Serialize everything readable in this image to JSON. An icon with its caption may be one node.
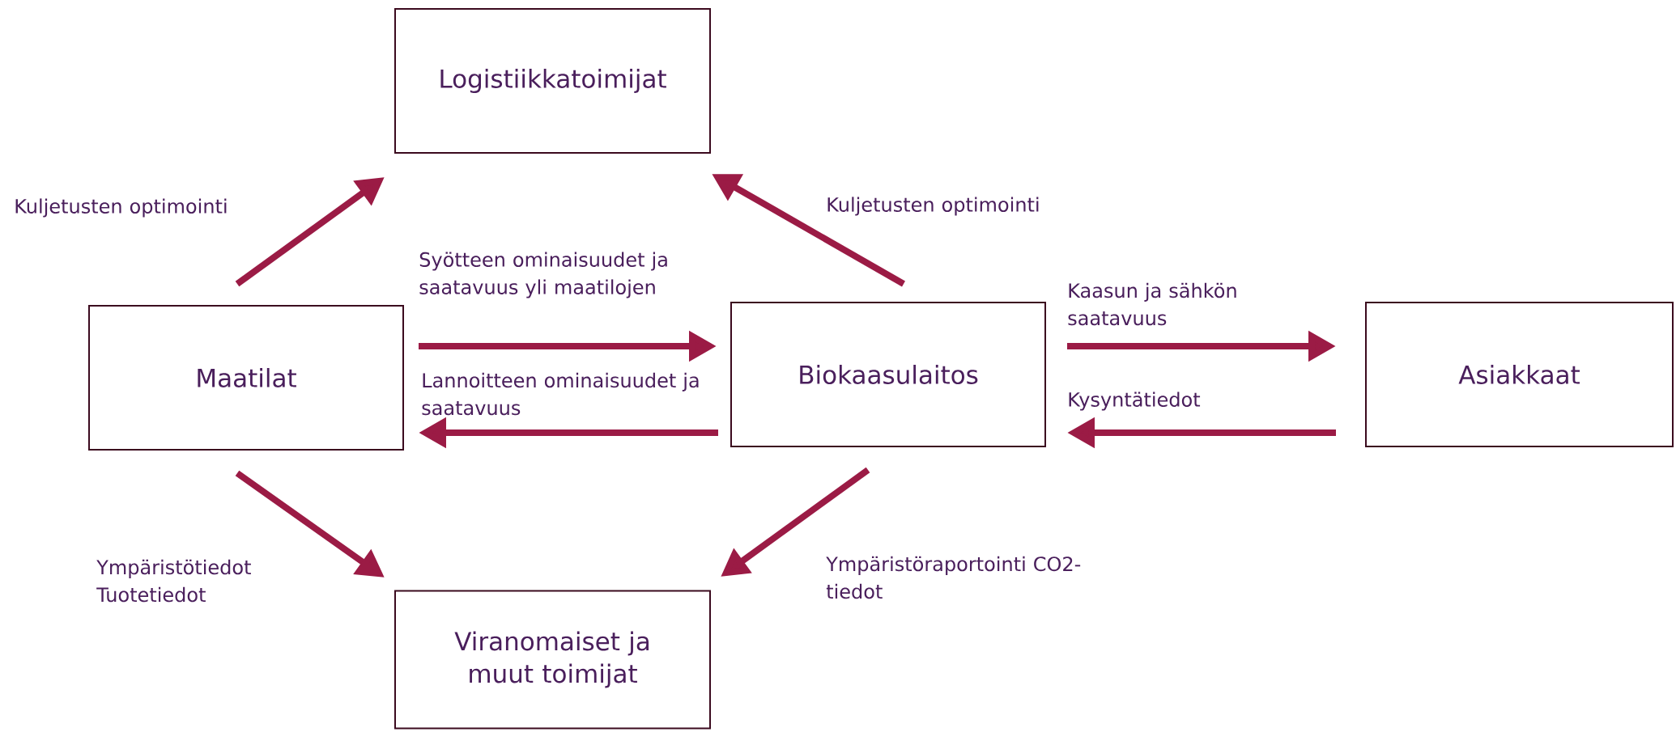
{
  "diagram": {
    "nodes": [
      {
        "text": [
          "Logistiikkatoimijat"
        ]
      },
      {
        "text": [
          "Maatilat"
        ]
      },
      {
        "text": [
          "Biokaasulaitos"
        ]
      },
      {
        "text": [
          "Asiakkaat"
        ]
      },
      {
        "text": [
          "Viranomaiset ja muut toimijat"
        ]
      }
    ],
    "edges": [
      {
        "from": 1,
        "to": 0,
        "arrow": "to",
        "label": "Kuljetusten optimointi"
      },
      {
        "from": 2,
        "to": 0,
        "arrow": "to",
        "label": "Kuljetusten optimointi"
      },
      {
        "from": 1,
        "to": 2,
        "arrow": "to",
        "label": "Syötteen ominaisuudet ja saatavuus yli maatilojen"
      },
      {
        "from": 2,
        "to": 1,
        "arrow": "to",
        "label": "Lannoitteen ominaisuudet ja saatavuus"
      },
      {
        "from": 2,
        "to": 3,
        "arrow": "to",
        "label": "Kaasun ja sähkön saatavuus"
      },
      {
        "from": 3,
        "to": 2,
        "arrow": "to",
        "label": "Kysyntätiedot"
      },
      {
        "from": 1,
        "to": 4,
        "arrow": "to",
        "label": "Ympäristötiedot Tuotetiedot"
      },
      {
        "from": 2,
        "to": 4,
        "arrow": "to",
        "label": "Ympäristöraportointi CO2-tiedot"
      }
    ]
  }
}
